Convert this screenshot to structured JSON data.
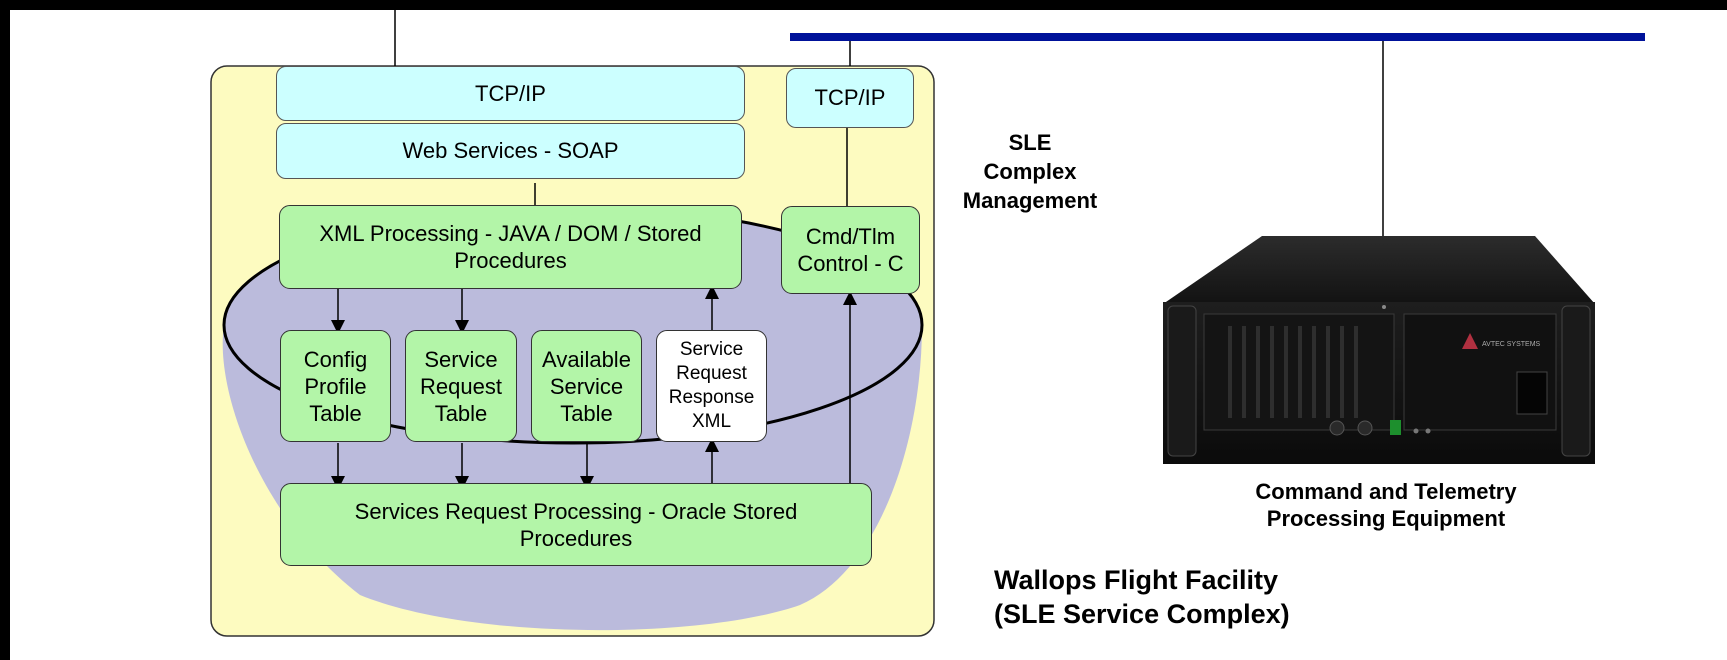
{
  "diagram": {
    "top_left_tcpip": "TCP/IP",
    "web_services": "Web Services - SOAP",
    "top_right_tcpip": "TCP/IP",
    "xml_processing": "XML Processing - JAVA / DOM / Stored\nProcedures",
    "cmd_tlm_control": "Cmd/Tlm\nControl - C",
    "config_profile_table": "Config\nProfile\nTable",
    "service_request_table": "Service\nRequest\nTable",
    "available_service_table": "Available\nService\nTable",
    "service_request_response_xml": "Service\nRequest\nResponse\nXML",
    "services_request_processing": "Services Request Processing - Oracle Stored\nProcedures",
    "sle_complex_management": "SLE\nComplex\nManagement",
    "equipment_caption": "Command and Telemetry\nProcessing Equipment",
    "equipment_brand": "AVTEC SYSTEMS",
    "facility_title": "Wallops Flight Facility\n(SLE Service Complex)"
  },
  "colors": {
    "frame_border": "#000000",
    "network_bar": "#00129a",
    "panel_fill": "#fdfbc0",
    "ellipse_fill": "#bbbbdc",
    "cyan_box": "#ccffff",
    "green_box": "#b3f5a8"
  },
  "icons": {
    "equipment": "rack-mount-computer"
  }
}
